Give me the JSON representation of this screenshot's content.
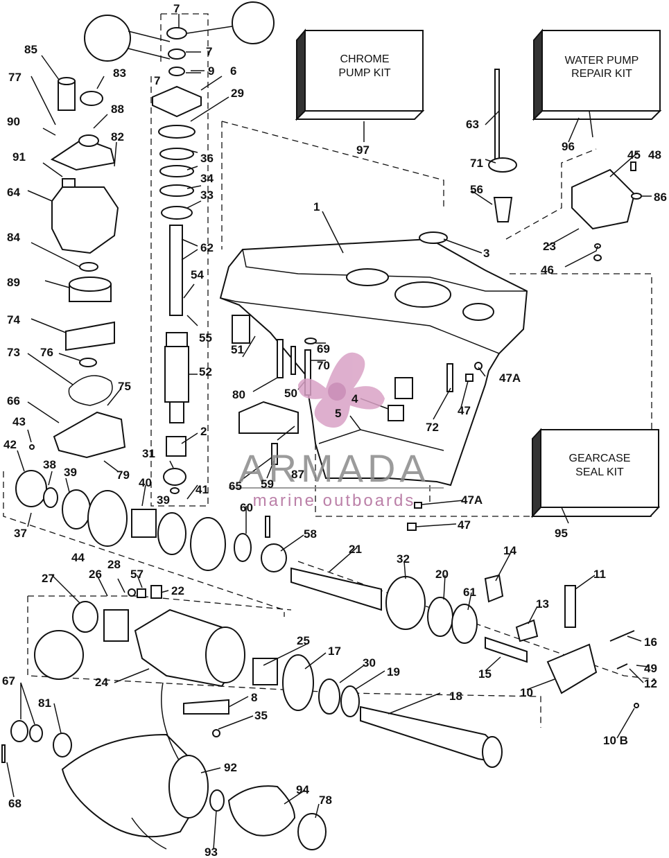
{
  "kits": {
    "chrome": {
      "line1": "CHROME",
      "line2": "PUMP KIT",
      "number": "97"
    },
    "water": {
      "line1": "WATER PUMP",
      "line2": "REPAIR KIT",
      "number": "96"
    },
    "seal": {
      "line1": "GEARCASE",
      "line2": "SEAL KIT",
      "number": "95"
    }
  },
  "watermark": {
    "title": "ARMADA",
    "subtitle": "marine outboards",
    "accent_color": "#d9a2c6"
  },
  "callouts": [
    "7",
    "7",
    "7",
    "9",
    "6",
    "29",
    "36",
    "34",
    "33",
    "62",
    "54",
    "55",
    "52",
    "2",
    "41",
    "31",
    "39",
    "85",
    "83",
    "77",
    "88",
    "90",
    "82",
    "91",
    "64",
    "84",
    "89",
    "74",
    "76",
    "73",
    "75",
    "66",
    "43",
    "42",
    "38",
    "39",
    "79",
    "40",
    "37",
    "44",
    "1",
    "3",
    "97",
    "63",
    "71",
    "56",
    "96",
    "45",
    "48",
    "86",
    "23",
    "46",
    "51",
    "69",
    "70",
    "80",
    "50",
    "4",
    "5",
    "47A",
    "47",
    "72",
    "65",
    "59",
    "87",
    "60",
    "58",
    "21",
    "32",
    "20",
    "61",
    "14",
    "11",
    "13",
    "16",
    "49",
    "12",
    "15",
    "10",
    "10 B",
    "28",
    "57",
    "26",
    "22",
    "27",
    "24",
    "25",
    "17",
    "30",
    "19",
    "18",
    "8",
    "35",
    "67",
    "81",
    "68",
    "92",
    "93",
    "94",
    "78",
    "95",
    "47A",
    "47"
  ]
}
